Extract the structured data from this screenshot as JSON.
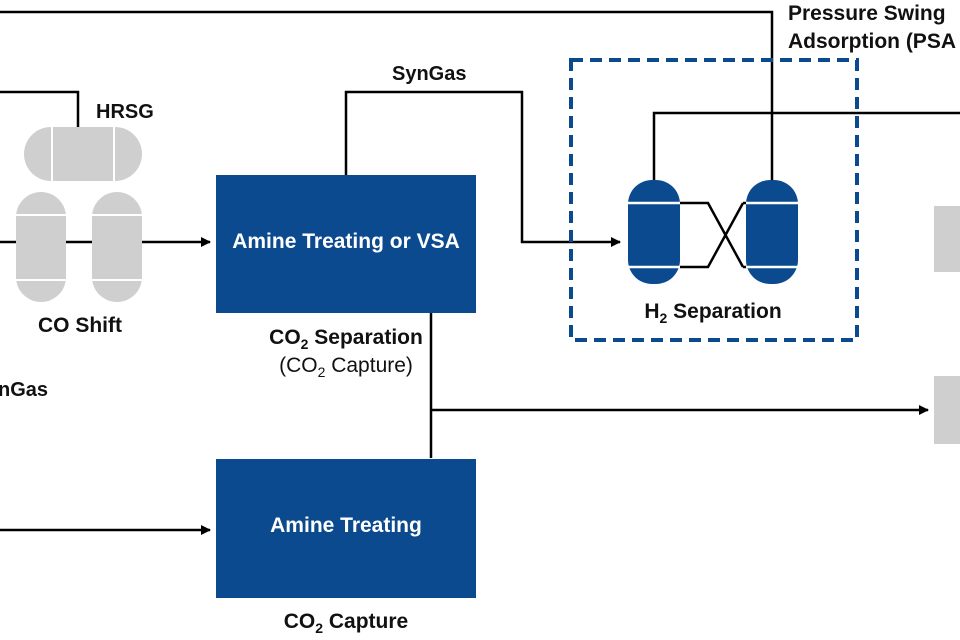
{
  "colors": {
    "process_blue": "#0b4a8e",
    "vessel_gray": "#cfcfcf",
    "line": "#000000",
    "psa_border": "#0b4a8e"
  },
  "labels": {
    "psa_line1": "Pressure Swing",
    "psa_line2": "Adsorption (PSA",
    "hrsg": "HRSG",
    "syngas_top": "SynGas",
    "syngas_left": "nGas",
    "co_shift": "CO Shift",
    "h2_sep_pre": "H",
    "h2_sep_sub": "2",
    "h2_sep_post": " Separation",
    "co2_sep_pre": "CO",
    "co2_sep_sub": "2",
    "co2_sep_post": " Separation",
    "co2_capture_paren_pre": "(CO",
    "co2_capture_paren_sub": "2",
    "co2_capture_paren_post": " Capture)",
    "co2_capture_pre": "CO",
    "co2_capture_sub": "2",
    "co2_capture_post": " Capture"
  },
  "boxes": {
    "amine_vsa": "Amine Treating or VSA",
    "amine": "Amine Treating"
  },
  "icons": [
    "hrsg-vessel-icon",
    "co-shift-reactor-icon",
    "psa-column-icon",
    "arrow-head-icon"
  ]
}
